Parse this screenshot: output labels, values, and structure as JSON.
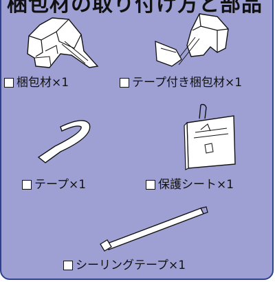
{
  "heading": "梱包材の取り付け方と部品",
  "items": [
    {
      "label": "梱包材×1",
      "icon": "cushion-icon"
    },
    {
      "label": "テープ付き梱包材×1",
      "icon": "taped-cushion-icon"
    },
    {
      "label": "テープ×1",
      "icon": "tape-icon"
    },
    {
      "label": "保護シート×1",
      "icon": "protection-sheet-icon"
    },
    {
      "label": "シーリングテープ×1",
      "icon": "sealing-tape-icon"
    }
  ],
  "colors": {
    "panel_bg": "#9ea0d4",
    "panel_border": "#2d3f8f",
    "line": "#111111",
    "fill": "#ffffff"
  }
}
